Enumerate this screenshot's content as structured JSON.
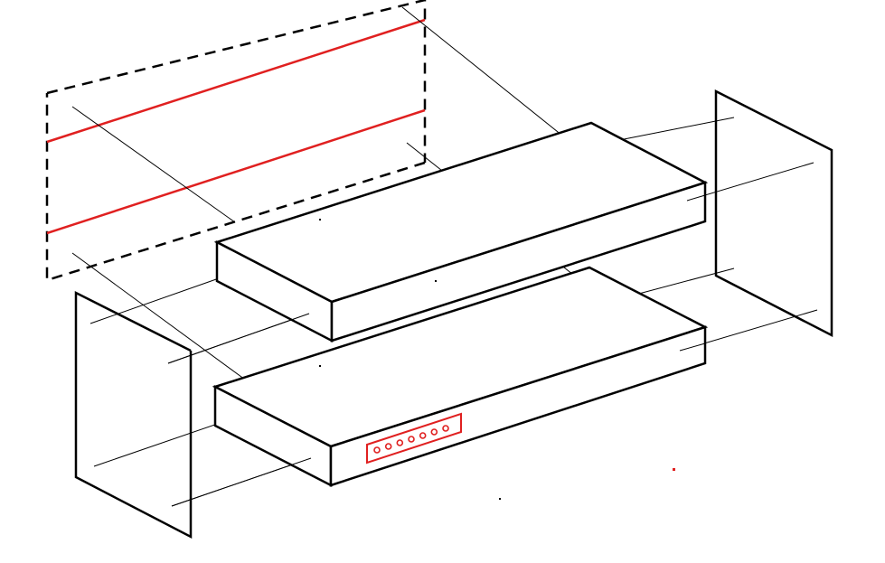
{
  "diagram": {
    "description_visible_text": [],
    "colors": {
      "outline": "#000000",
      "guide": "#000000",
      "accent": "#e02020",
      "background": "#ffffff"
    },
    "parts": [
      "back-panel-dashed",
      "top-shelf-box",
      "bottom-shelf-box",
      "left-side-panel",
      "right-side-panel",
      "control-strip"
    ],
    "control_strip": {
      "button_count": 7
    }
  }
}
